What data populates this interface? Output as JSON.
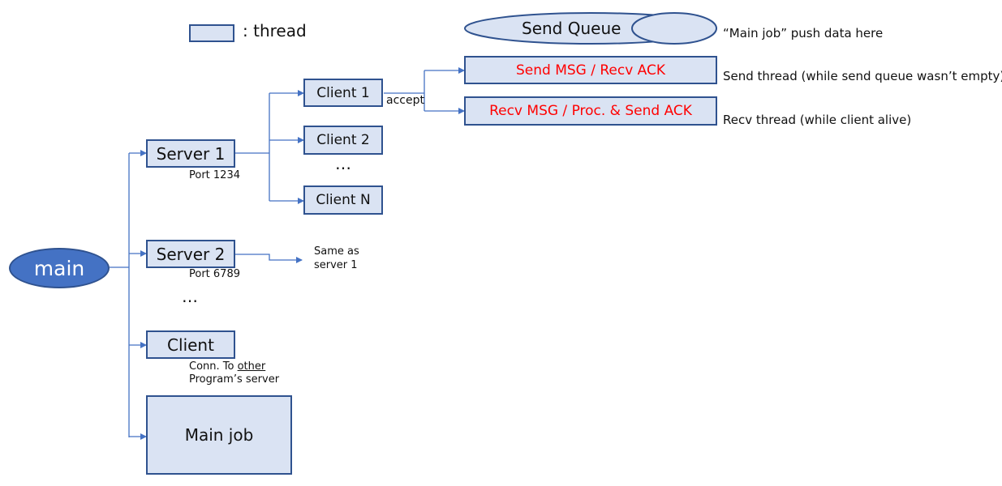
{
  "legend": {
    "label": ": thread"
  },
  "send_queue": {
    "label": "Send Queue",
    "note": "“Main job” push data here"
  },
  "main_node": {
    "label": "main"
  },
  "server1": {
    "label": "Server 1",
    "port": "Port 1234"
  },
  "server2": {
    "label": "Server 2",
    "port": "Port 6789",
    "note_line1": "Same as",
    "note_line2": "server 1"
  },
  "server_ellipsis": "…",
  "clients": {
    "client1": "Client 1",
    "client2": "Client 2",
    "ellipsis": "…",
    "clientN": "Client N",
    "accept": "accept"
  },
  "threads": {
    "send": {
      "label": "Send MSG / Recv ACK",
      "note": "Send thread (while send queue wasn’t empty)"
    },
    "recv": {
      "label": "Recv MSG / Proc. & Send ACK",
      "note": "Recv thread (while client alive)"
    }
  },
  "client_node": {
    "label": "Client",
    "note_prefix": "Conn. To ",
    "note_underlined": "other",
    "note_line2": "Program’s server"
  },
  "main_job": {
    "label": "Main job"
  },
  "colors": {
    "box_fill": "#dae3f3",
    "box_border": "#2f528f",
    "main_fill": "#4472c4",
    "connector": "#4472c4",
    "thread_text": "#ff0000"
  }
}
